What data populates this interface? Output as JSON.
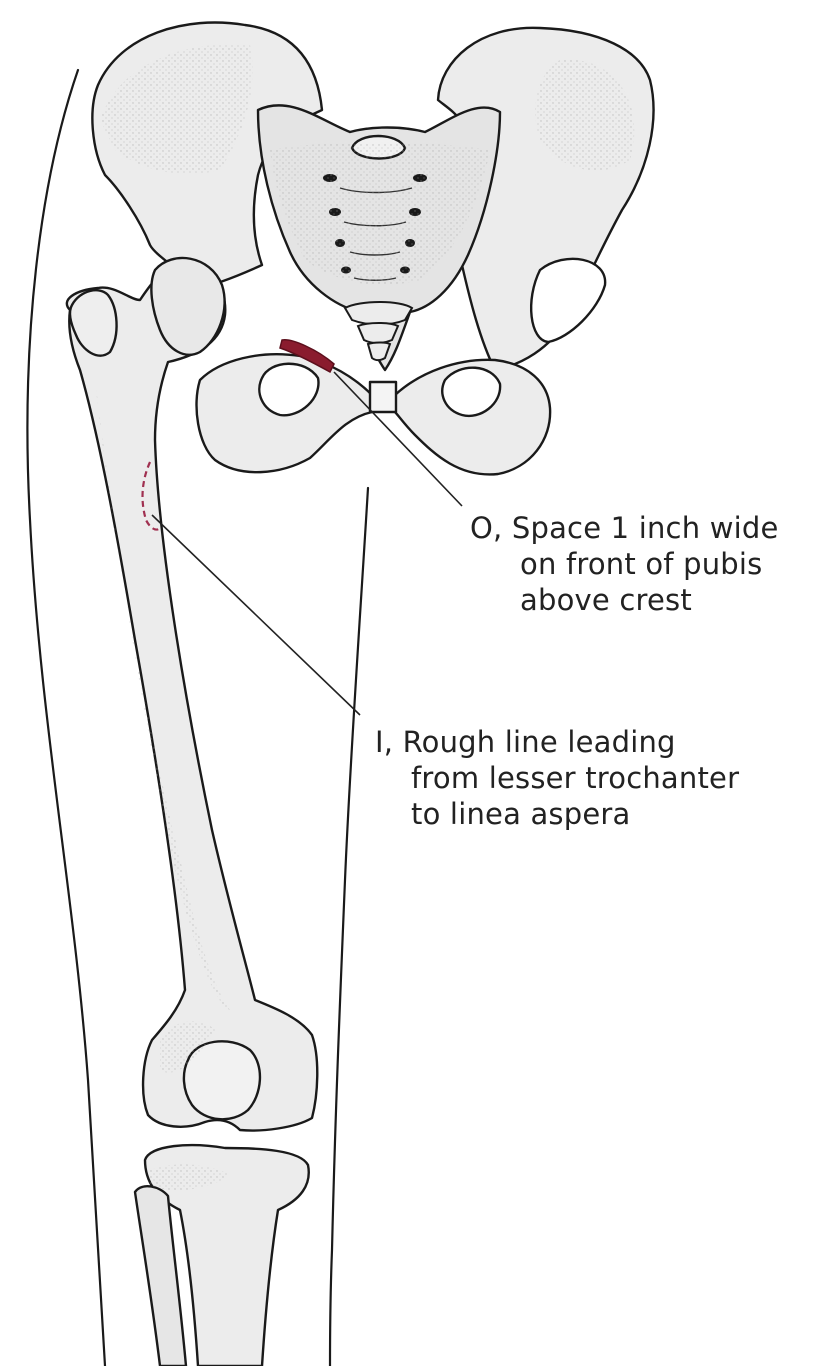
{
  "annotations": {
    "origin": {
      "lines": [
        "O, Space 1 inch wide",
        "on front of pubis",
        "above crest"
      ]
    },
    "insertion": {
      "lines": [
        "I, Rough line leading",
        "from lesser trochanter",
        "to linea aspera"
      ]
    }
  },
  "colors": {
    "bone_outline": "#1a1a1a",
    "bone_fill": "#e9e9e9",
    "shading": "#b8b8b8",
    "origin_marker": "#8a1c2e",
    "insertion_marker": "#a03050",
    "leader_line": "#222222"
  }
}
